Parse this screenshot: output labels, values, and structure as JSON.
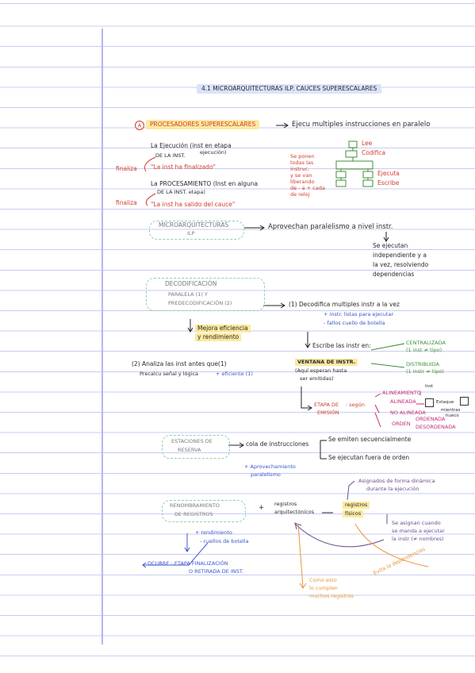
{
  "title": "4.1 MICROARQUITECTURAS ILP. CAUCES SUPERESCALARES",
  "sec_a": {
    "letter": "A",
    "heading": "PROCESADORES SUPERESCALARES",
    "desc": "Ejecu multiples instrucciones en paralelo",
    "ejecucion_l1": "La Ejecución  (inst en etapa",
    "ejecucion_l2": "ejecución)",
    "ejecucion_l3": "DE LA INST.",
    "finaliza1": "finaliza",
    "finaliza1_quote": "\"La inst ha finalizado\"",
    "procesamiento_l1": "La PROCESAMIENTO  (Inst en alguna",
    "procesamiento_l2": "DE LA INST.           etapa)",
    "finaliza2": "finaliza",
    "finaliza2_quote": "\"La inst ha salido del cauce\"",
    "red_note": [
      "Se ponen",
      "todas las",
      "instruc.",
      "y se van",
      "liberando",
      "de - a + cada",
      "de reloj"
    ],
    "stages": [
      "Lee",
      "Codifica",
      "Ejecuta",
      "Escribe"
    ]
  },
  "micro": {
    "label_l1": "MICROARQUITECTURAS",
    "label_l2": "ILP",
    "desc": "Aprovechan paralelismo a nivel instr.",
    "detail": [
      "Se ejecutan",
      "independiente y a",
      "la vez, resolviendo",
      "dependencias"
    ]
  },
  "decod": {
    "label_l1": "DECODIFICACIÓN",
    "label_l2": "PARALELA (1) Y",
    "label_l3": "PREDECODIFICACIÓN (2)",
    "effect_l1": "Mejora eficiencia",
    "effect_l2": "y rendimiento",
    "n1": "(1) Decodifica multiples instr a la vez",
    "n1_a": "+ instr. listas para ejecutar",
    "n1_b": "- fallos cuello de botella",
    "n2_l1": "(2) Analiza las inst antes que(1)",
    "n2_l2": "Precalcu señal y lógica",
    "n2_l3": "+ eficiente (1)"
  },
  "escribe": {
    "text": "Escribe las instr en:",
    "centralizada_l1": "CENTRALIZADA",
    "centralizada_l2": "(1 inst ≠ tipo)",
    "distribuida_l1": "DISTRIBUIDA",
    "distribuida_l2": "(1 instr ≠ tipo)",
    "ventana": "VENTANA DE INSTR.",
    "ventana_l2": "(Aquí esperan hasta",
    "ventana_l3": "ser emitidas)"
  },
  "emision": {
    "label_l1": "ETAPA DE",
    "label_l2": "EMISIÓN",
    "segun": ": según",
    "alineamiento": "ALINEAMIENTO",
    "inst": "Inst",
    "alineada": "ALINEADA",
    "no_alineada": "NO ALINEADA",
    "hueco": "hueco",
    "orden": "ORDEN",
    "ordenada": "ORDENADA",
    "desordenada": "DESORDENADA",
    "estaque": "Estaque",
    "mientras": "mientras"
  },
  "estaciones": {
    "label_l1": "ESTACIONES DE",
    "label_l2": "RESERVA",
    "cola": "cola de instrucciones",
    "b1": "Se emiten secuencialmente",
    "b2": "Se ejecutan fuera de orden",
    "plus_l1": "+ Aprovechamiento",
    "plus_l2": "paralelismo"
  },
  "renombr": {
    "label_l1": "RENOMBRAMIENTO",
    "label_l2": "DE REGISTROS",
    "reg_arq_l1": "registros",
    "reg_arq_l2": "arquitectónicos",
    "reg_fis_l1": "registros",
    "reg_fis_l2": "físicos",
    "plus": "+",
    "asignados_l1": "Asignados de forma dinámica",
    "asignados_l2": "durante la ejecución",
    "asigna_l1": "Se asignan cuando",
    "asigna_l2": "se manda a ejecutar",
    "asigna_l3": "la instr (≠ nombres)",
    "eff_l1": "+ rendimiento",
    "eff_l2": "- cuellos de botella",
    "ocurre": "OCURRE : ETAPA FINALIZACIÓN",
    "ocurre_l2": "O RETIRADA DE INST.",
    "como_l1": "Como esto",
    "como_l2": "lo cumplen",
    "como_l3": "muchos registros",
    "evita": "Evita la dependencias"
  }
}
